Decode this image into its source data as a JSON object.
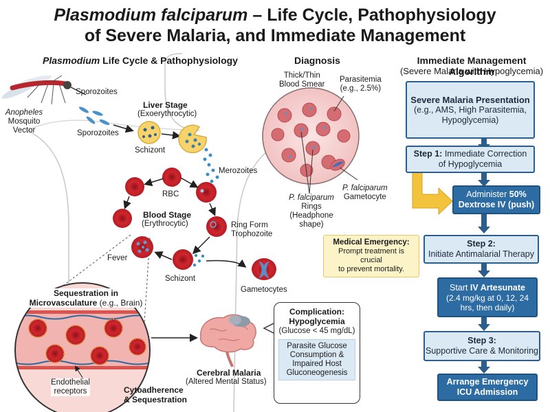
{
  "title": {
    "line1_italic": "Plasmodium falciparum",
    "line1_rest": " – Life Cycle, Pathophysiology",
    "line2": "of Severe Malaria, and Immediate Management"
  },
  "lifecycle": {
    "header_italic": "Plasmodium",
    "header_rest": " Life Cycle & Pathophysiology",
    "mosquito_italic": "Anopheles",
    "mosquito_rest": "Mosquito\nVector",
    "sporozoites_top": "Sporozoites",
    "sporozoites_bottom": "Sporozoites",
    "liver_stage_title": "Liver Stage",
    "liver_stage_sub": "(Exoerythrocytic)",
    "schizont_liver": "Schizont",
    "merozoites": "Merozoites",
    "rbc": "RBC",
    "blood_stage_title": "Blood Stage",
    "blood_stage_sub": "(Erythrocytic)",
    "ring_form": "Ring Form\nTrophozoite",
    "fever": "Fever",
    "schizont_blood": "Schizont",
    "gametocytes": "Gametocytes",
    "sequestration_title": "Sequestration in",
    "sequestration_sub_bold": "Microvasculature",
    "sequestration_sub_rest": " (e.g., Brain)",
    "endothelial": "Endothelial\nreceptors",
    "cytoadherence": "Cytoadherence\n& Sequestration",
    "cerebral_title": "Cerebral Malaria",
    "cerebral_sub": "(Altered Mental Status)"
  },
  "complication": {
    "title": "Complication:\nHypoglycemia",
    "glucose": "(Glucose < 45 mg/dL)",
    "mechanism": "Parasite Glucose\nConsumption &\nImpaired Host\nGluconeogenesis"
  },
  "diagnosis": {
    "header": "Diagnosis",
    "smear": "Thick/Thin\nBlood Smear",
    "parasitemia": "Parasitemia\n(e.g., 2.5%)",
    "rings_italic": "P. falciparum",
    "rings_rest": "Rings\n(Headphone\nshape)",
    "gametocyte_italic": "P. falciparum",
    "gametocyte_rest": "Gametocyte"
  },
  "emergency": {
    "title": "Medical Emergency:",
    "text": "Prompt treatment is crucial\nto prevent mortality."
  },
  "management": {
    "header": "Immediate Management Algorithm",
    "subheader": "(Severe Malaria with Hypoglycemia)",
    "presentation_title": "Severe Malaria Presentation",
    "presentation_text": "(e.g., AMS, High Parasitemia,\nHypoglycemia)",
    "step1_bold": "Step 1:",
    "step1_rest": " Immediate Correction\nof Hypoglycemia",
    "dextrose_pre": "Administer ",
    "dextrose_bold": "50%",
    "dextrose_line2": "Dextrose IV (push)",
    "step2_title": "Step 2:",
    "step2_text": "Initiate Antimalarial Therapy",
    "artesunate_pre": "Start ",
    "artesunate_bold": "IV Artesunate",
    "artesunate_dose": "(2.4 mg/kg at 0, 12, 24\nhrs, then daily)",
    "step3_title": "Step 3:",
    "step3_text": "Supportive Care & Monitoring",
    "icu": "Arrange Emergency\nICU Admission"
  },
  "colors": {
    "rbc": "#c8242c",
    "box_light": "#dbe9f5",
    "box_dark": "#2d6ba3",
    "arrow_blue": "#2b5e8c",
    "arrow_yellow": "#f3c33c",
    "emergency_bg": "#fdf3c8"
  }
}
